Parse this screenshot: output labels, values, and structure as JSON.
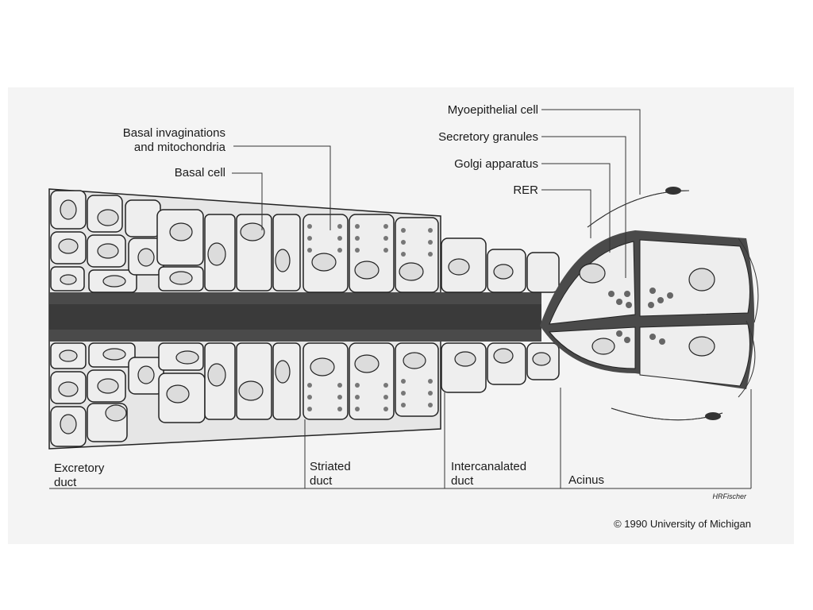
{
  "labels": {
    "basal_invaginations": [
      "Basal invaginations",
      "and mitochondria"
    ],
    "basal_cell": "Basal cell",
    "myoepithelial_cell": "Myoepithelial cell",
    "secretory_granules": "Secretory granules",
    "golgi_apparatus": "Golgi apparatus",
    "rer": "RER",
    "excretory_duct": [
      "Excretory",
      "duct"
    ],
    "striated_duct": [
      "Striated",
      "duct"
    ],
    "intercalated_duct": [
      "Intercanalated",
      "duct"
    ],
    "acinus": "Acinus"
  },
  "signature": "HRFischer",
  "copyright": "© 1990 University of Michigan"
}
